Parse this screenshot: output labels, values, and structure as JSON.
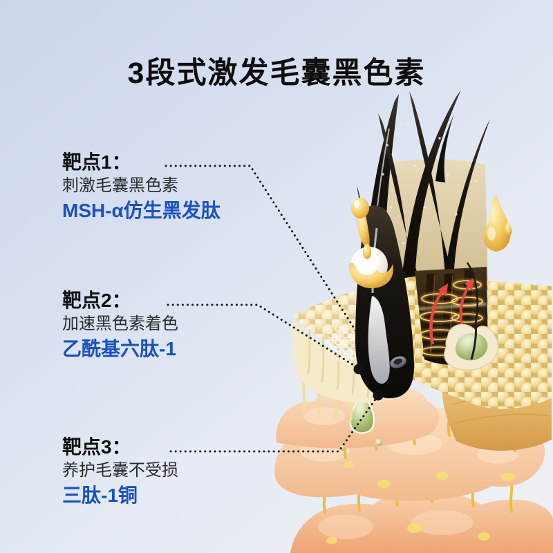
{
  "page": {
    "title": "3段式激发毛囊黑色素"
  },
  "targets": [
    {
      "label": "靶点1：",
      "desc": "刺激毛囊黑色素",
      "ingredient": "MSH-α仿生黑发肽"
    },
    {
      "label": "靶点2：",
      "desc": "加速黑色素着色",
      "ingredient": "乙酰基六肽-1"
    },
    {
      "label": "靶点3：",
      "desc": "养护毛囊不受损",
      "ingredient": "三肽-1铜"
    }
  ],
  "colors": {
    "title_text": "#0d0d0d",
    "body_text": "#2b2b2b",
    "accent_blue": "#1a51be",
    "background_top": "#ccd7ee",
    "background_bottom": "#eef1f5",
    "leader_line": "#1a1a1a",
    "hair_black": "#17130e",
    "epidermis_yellow": "#ead388",
    "dermis_peach": "#f6c9a2",
    "oil_gold": "#f0c24f",
    "gland_green": "#9db267"
  }
}
